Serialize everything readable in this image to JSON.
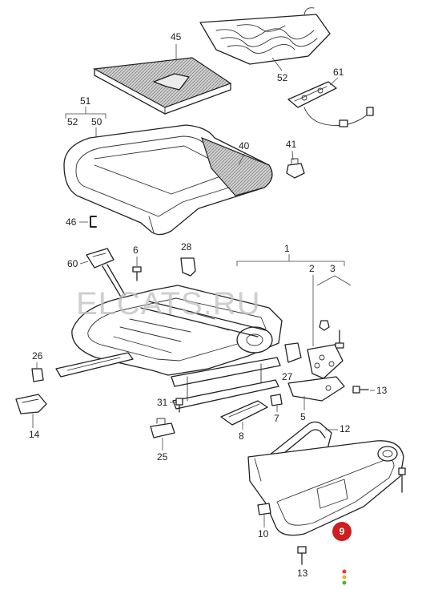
{
  "watermark": "ELCATS.RU",
  "highlighted_part": "9",
  "callouts": {
    "c1": "1",
    "c2": "2",
    "c3": "3",
    "c5": "5",
    "c6": "6",
    "c7": "7",
    "c8": "8",
    "c10": "10",
    "c12": "12",
    "c13a": "13",
    "c13b": "13",
    "c13c": "13",
    "c14": "14",
    "c25": "25",
    "c26": "26",
    "c27": "27",
    "c28": "28",
    "c31": "31",
    "c40": "40",
    "c41": "41",
    "c45": "45",
    "c46": "46",
    "c50": "50",
    "c51": "51",
    "c52a": "52",
    "c52b": "52",
    "c60": "60",
    "c61": "61"
  },
  "colors": {
    "highlight": "#cc1f1f",
    "watermark": "#bfbfbf"
  },
  "status_dots": [
    "#e33b2b",
    "#f2b21b",
    "#4caf3a"
  ]
}
